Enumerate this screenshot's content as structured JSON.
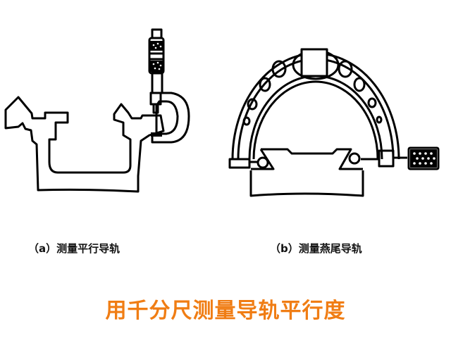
{
  "figures": [
    {
      "id": "a",
      "caption": "（a）测量平行导轨",
      "subject": "parallel-guide-rail-with-micrometer"
    },
    {
      "id": "b",
      "caption": "（b）测量燕尾导轨",
      "subject": "dovetail-guide-rail-with-micrometer"
    }
  ],
  "title": "用千分尺测量导轨平行度",
  "colors": {
    "title": "#f07d14",
    "line": "#000000",
    "background": "#ffffff"
  }
}
